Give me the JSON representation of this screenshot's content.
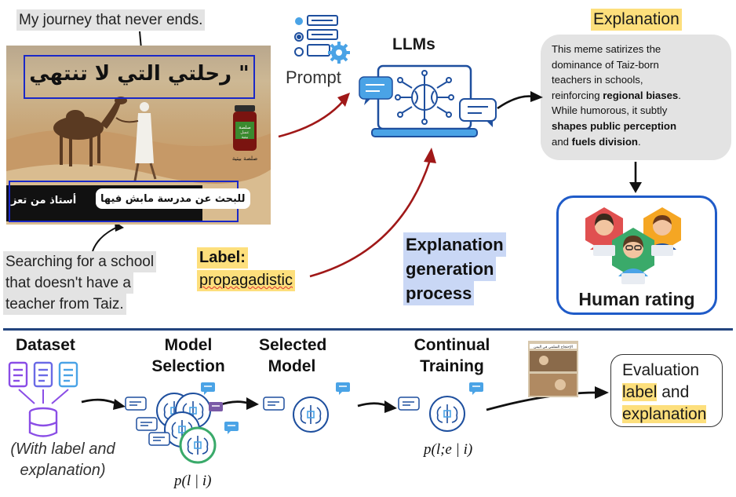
{
  "meme": {
    "caption_top": "My journey that never ends.",
    "caption_bottom": [
      "Searching for a school",
      "that doesn't have a",
      "teacher from Taiz."
    ],
    "arabic_top": "\" رحلتي التي لا تنتهي",
    "arabic_bottom_white": "للبحث عن مدرسة مابش فيها",
    "arabic_bottom_black": "أستاذ من تعز",
    "jar_label_1": "صلصة",
    "jar_label_2": "عسل",
    "jar_label_3": "بيتية",
    "jar_caption": "صلصة بيتية"
  },
  "prompt_label": "Prompt",
  "llms_label": "LLMs",
  "label_section": {
    "heading": "Label:",
    "value": "propagadistic"
  },
  "process_label": [
    "Explanation",
    "generation",
    "process"
  ],
  "explanation": {
    "heading": "Explanation",
    "lines": [
      [
        {
          "t": "This meme satirizes the",
          "b": false
        }
      ],
      [
        {
          "t": "dominance of Taiz-born",
          "b": false
        }
      ],
      [
        {
          "t": "teachers in schools,",
          "b": false
        }
      ],
      [
        {
          "t": "reinforcing ",
          "b": false
        },
        {
          "t": "regional biases",
          "b": true
        },
        {
          "t": ".",
          "b": false
        }
      ],
      [
        {
          "t": "While humorous, it subtly",
          "b": false
        }
      ],
      [
        {
          "t": "shapes public perception",
          "b": true
        }
      ],
      [
        {
          "t": "and ",
          "b": false
        },
        {
          "t": "fuels division",
          "b": true
        },
        {
          "t": ".",
          "b": false
        }
      ]
    ]
  },
  "human_rating_label": "Human rating",
  "pipeline": {
    "dataset": "Dataset",
    "dataset_note": [
      "(With label and",
      "explanation)"
    ],
    "model_selection": [
      "Model",
      "Selection"
    ],
    "selected_model": [
      "Selected",
      "Model"
    ],
    "continual_training": [
      "Continual",
      "Training"
    ],
    "formula_1": "p(l | i)",
    "formula_2": "p(l;e | i)",
    "evaluation": {
      "title": "Evaluation",
      "line2_highlight": "label",
      "line2_rest": " and",
      "line3": "explanation"
    },
    "thumbnail_text": "الإحتجاج السلمي في اليمن"
  },
  "colors": {
    "red_arrow": "#a01818",
    "blue_box": "#1a28c8",
    "yellow_highlight": "#fddf7c",
    "blue_highlight": "#c9d7f5",
    "icon_blue": "#1e4f9e",
    "icon_light": "#4aa3e6"
  }
}
